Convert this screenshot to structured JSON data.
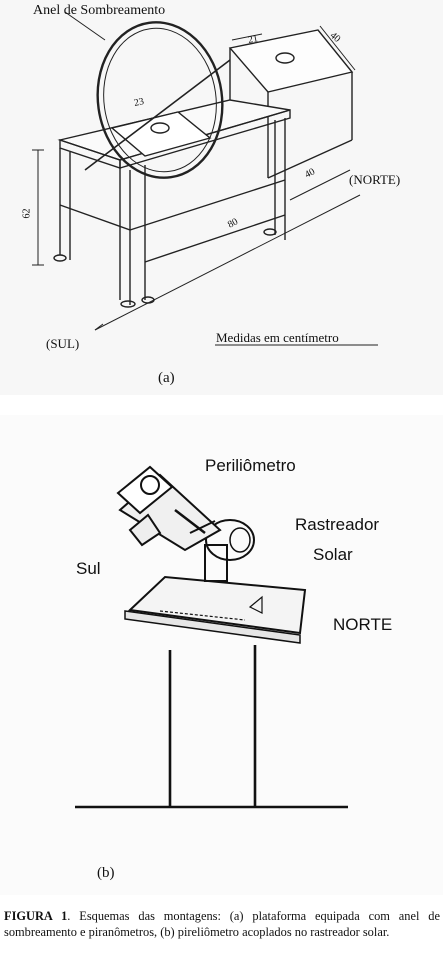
{
  "panel_a": {
    "ring_label": "Anel de Sombreamento",
    "dim_top_depth": "40",
    "dim_top_width": "21",
    "dim_platform": "23",
    "dim_height": "62",
    "dim_depth": "40",
    "dim_length": "80",
    "north_label": "(NORTE)",
    "south_label": "(SUL)",
    "units_note": "Medidas em centímetro",
    "panel_letter": "(a)"
  },
  "panel_b": {
    "pyrheliometer_label": "Periliômetro",
    "tracker_label_1": "Rastreador",
    "tracker_label_2": "Solar",
    "south_label": "Sul",
    "north_label": "NORTE",
    "panel_letter": "(b)"
  },
  "caption": {
    "figure_label": "FIGURA 1",
    "text": ". Esquemas das montagens: (a) plataforma equipada com anel de sombreamento e piranômetros, (b) pireliômetro acoplados no rastreador solar."
  }
}
